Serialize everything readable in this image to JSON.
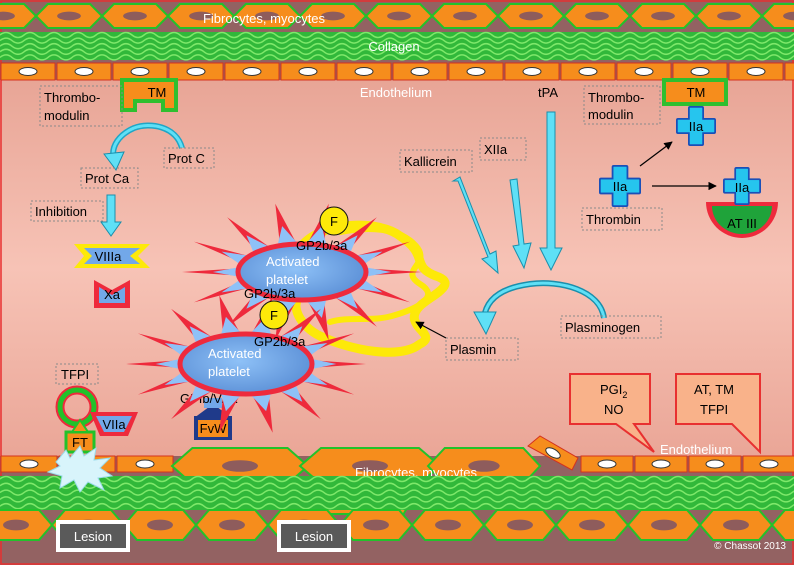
{
  "layers": {
    "fibrocytes_top": "Fibrocytes, myocytes",
    "collagen": "Collagen",
    "endothelium_top": "Endothelium",
    "endothelium_bottom": "Endothelium",
    "fibrocytes_bottom": "Fibrocytes, myocytes"
  },
  "left": {
    "thrombomodulin_line1": "Thrombo-",
    "thrombomodulin_line2": "modulin",
    "tm": "TM",
    "prot_c": "Prot C",
    "prot_ca": "Prot Ca",
    "inhibition": "Inhibition",
    "viiia": "VIIIa",
    "xa": "Xa",
    "tfpi": "TFPI",
    "viia": "VIIa",
    "ft": "FT",
    "fvw": "FvW",
    "gpib": "GPIb/V/IX"
  },
  "platelets": {
    "upper_line1": "Activated",
    "upper_line2": "platelet",
    "lower_line1": "Activated",
    "lower_line2": "platelet",
    "gp_a": "GP2b/3a",
    "gp_b": "GP2b/3a",
    "gp_c": "GP2b/3a",
    "fibrinogen": "F"
  },
  "fibrinolysis": {
    "kallicrein": "Kallicrein",
    "xiia": "XIIa",
    "tpa": "tPA",
    "plasmin": "Plasmin",
    "plasminogen": "Plasminogen"
  },
  "right": {
    "thrombomodulin_line1": "Thrombo-",
    "thrombomodulin_line2": "modulin",
    "tm": "TM",
    "iia": "IIa",
    "thrombin": "Thrombin",
    "at3": "AT III",
    "callout1_line1": "PGI",
    "callout1_sub": "2",
    "callout1_line2": "NO",
    "callout2_line1": "AT, TM",
    "callout2_line2": "TFPI"
  },
  "lesions": [
    "Lesion",
    "Lesion"
  ],
  "copyright": "© Chassot 2013",
  "colors": {
    "tissue": "#936262",
    "lumen": "#f2b6a8",
    "cell_orange": "#f68d1c",
    "collagen_green": "#22c22a",
    "arrow_cyan": "#29d5f0",
    "platelet_blue": "#72a8e9",
    "spike_red": "#ee2a3c",
    "fibrin_yellow": "#fde909",
    "iia_cyan": "#26c5ee",
    "at3_green": "#1fa33a"
  }
}
